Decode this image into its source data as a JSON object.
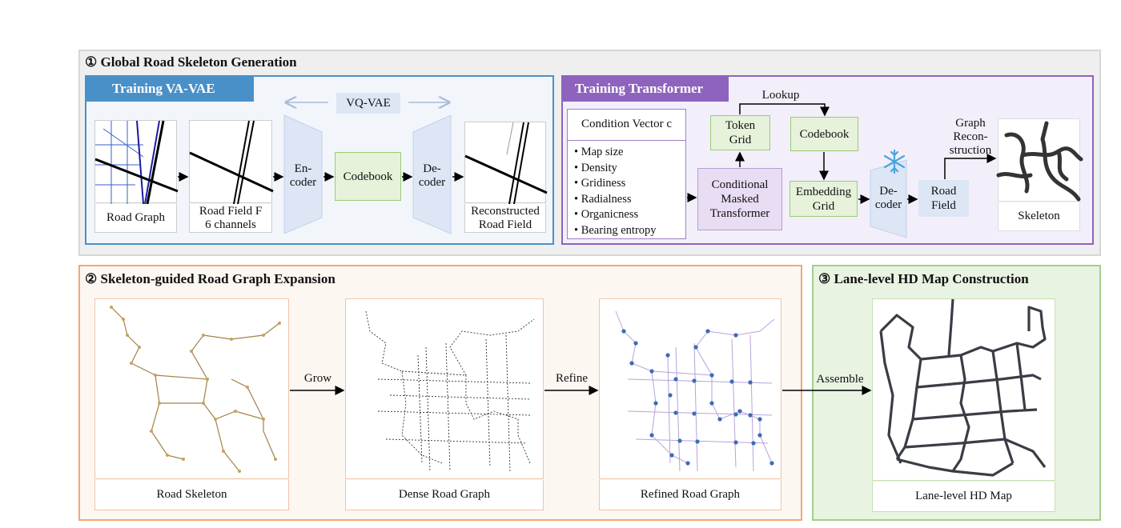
{
  "section1": {
    "title": "① Global Road Skeleton Generation",
    "vae": {
      "tab": "Training VA-VAE",
      "vq_label": "VQ-VAE",
      "road_graph": "Road Graph",
      "road_field_line1": "Road Field F",
      "road_field_line2": "6 channels",
      "encoder_line1": "En-",
      "encoder_line2": "coder",
      "codebook": "Codebook",
      "decoder_line1": "De-",
      "decoder_line2": "coder",
      "recon_line1": "Reconstructed",
      "recon_line2": "Road Field"
    },
    "transformer": {
      "tab": "Training Transformer",
      "condition_title": "Condition Vector c",
      "conditions": [
        "Map size",
        "Density",
        "Gridiness",
        "Radialness",
        "Organicness",
        "Bearing entropy"
      ],
      "cmt_line1": "Conditional",
      "cmt_line2": "Masked",
      "cmt_line3": "Transformer",
      "token_line1": "Token",
      "token_line2": "Grid",
      "lookup": "Lookup",
      "codebook": "Codebook",
      "embed_line1": "Embedding",
      "embed_line2": "Grid",
      "decoder_line1": "De-",
      "decoder_line2": "coder",
      "field_line1": "Road",
      "field_line2": "Field",
      "graph_line1": "Graph",
      "graph_line2": "Recon-",
      "graph_line3": "struction",
      "skeleton": "Skeleton"
    }
  },
  "section2": {
    "title": "② Skeleton-guided Road Graph Expansion",
    "road_skeleton": "Road Skeleton",
    "grow": "Grow",
    "dense": "Dense Road Graph",
    "refine": "Refine",
    "refined": "Refined Road Graph",
    "assemble": "Assemble"
  },
  "section3": {
    "title": "③ Lane-level HD Map Construction",
    "hdmap": "Lane-level HD Map"
  },
  "colors": {
    "vae_accent": "#4a90c8",
    "transformer_accent": "#8e63bd",
    "expansion_accent": "#f0a878",
    "hdmap_accent": "#a3cf8a",
    "codebook_fill": "#e6f2da",
    "coder_fill": "#dce6f5"
  }
}
